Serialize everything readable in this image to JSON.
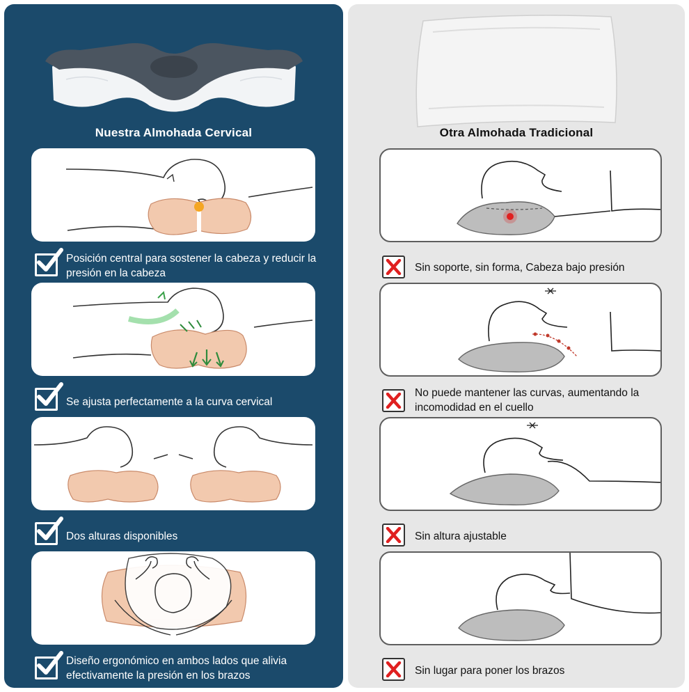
{
  "left": {
    "title": "Nuestra Almohada Cervical",
    "features": [
      {
        "text": "Posición central para sostener la cabeza y reducir la presión en la cabeza"
      },
      {
        "text": "Se ajusta perfectamente a la curva cervical"
      },
      {
        "text": "Dos alturas disponibles"
      },
      {
        "text": "Diseño ergonómico en ambos lados que alivia efectivamente la presión en los brazos"
      }
    ]
  },
  "right": {
    "title": "Otra Almohada Tradicional",
    "features": [
      {
        "text": "Sin soporte, sin forma, Cabeza bajo presión"
      },
      {
        "text": "No puede mantener las curvas, aumentando la incomodidad en el cuello"
      },
      {
        "text": "Sin altura ajustable"
      },
      {
        "text": "Sin lugar para poner los brazos"
      }
    ]
  },
  "colors": {
    "left_background": "#1b4a6b",
    "right_background": "#e7e7e7",
    "cervical_pillow": "#f2c9ae",
    "traditional_pillow": "#bdbdbd",
    "check_mark": "#ffffff",
    "x_mark": "#e02020"
  },
  "icons": {
    "positive": "check-mark-icon",
    "negative": "x-mark-icon"
  }
}
